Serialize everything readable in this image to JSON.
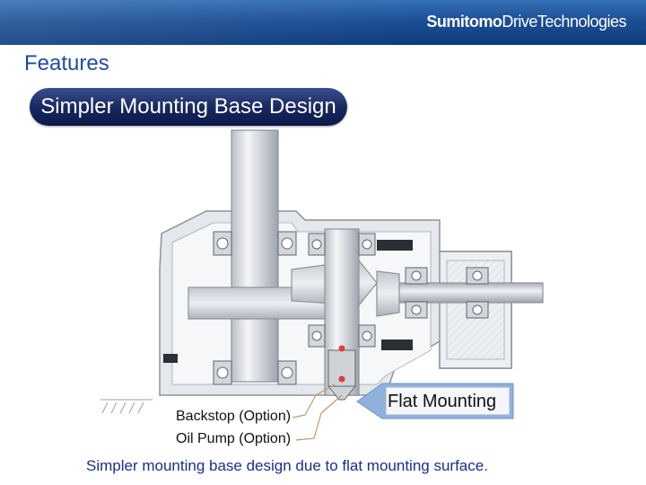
{
  "header": {
    "brand_part1": "Sumitomo",
    "brand_part2": "Drive",
    "brand_part3": "Technologies"
  },
  "slide": {
    "title": "Features",
    "banner": "Simpler Mounting Base Design",
    "flat_label": "Flat Mounting",
    "callouts": {
      "backstop": "Backstop (Option)",
      "oil_pump": "Oil Pump (Option)"
    },
    "caption": "Simpler mounting base design due to flat mounting surface."
  },
  "colors": {
    "header_blue": "#1d4f95",
    "title_blue": "#1f4e9a",
    "banner_navy": "#16275e",
    "caption_blue": "#1a2f8a",
    "arrow_blue": "#8fb2dc"
  }
}
